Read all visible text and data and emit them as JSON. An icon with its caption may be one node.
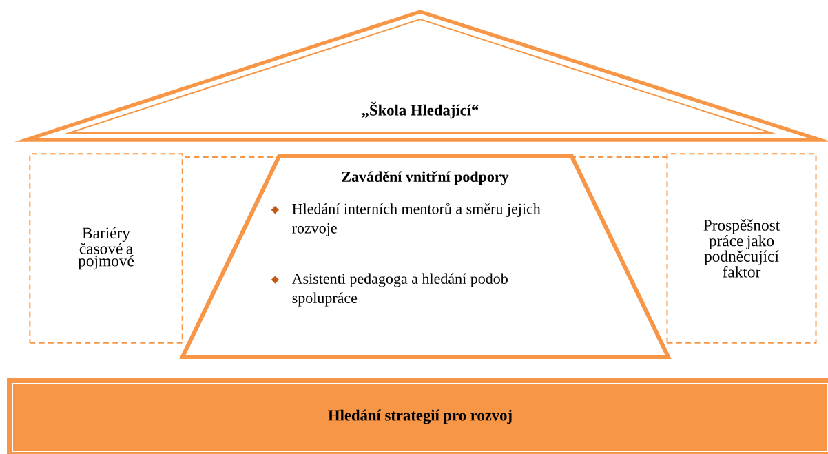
{
  "diagram": {
    "nodes": [
      {
        "text": [
          "„Škola Hledající“"
        ]
      },
      {
        "text": [
          "Bariéry časové a pojmové"
        ]
      },
      {
        "text": [
          "Zavádění vnitřní podpory",
          "Hledání interních mentorů a směru jejich rozvoje",
          "Asistenti pedagoga a hledání podob spolupráce"
        ]
      },
      {
        "text": [
          "Prospěšnost práce jako podněcující faktor"
        ]
      },
      {
        "text": [
          "Hledání strategií pro rozvoj"
        ]
      }
    ]
  }
}
